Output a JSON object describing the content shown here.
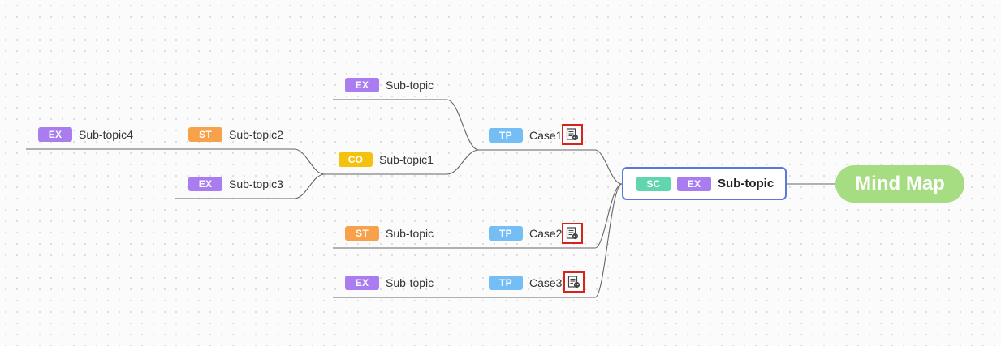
{
  "colors": {
    "tag_EX": "#a97cf0",
    "tag_ST": "#f7a14a",
    "tag_CO": "#f4c20d",
    "tag_TP": "#74bdf5",
    "tag_SC": "#5fd6ad",
    "connector": "#666666",
    "root_fill": "#a6dc82",
    "main_border": "#5b7ad6",
    "note_border": "#d9221c"
  },
  "root": {
    "label": "Mind Map"
  },
  "main_topic": {
    "tags": [
      "SC",
      "EX"
    ],
    "label": "Sub-topic"
  },
  "nodes": {
    "case1": {
      "tag": "TP",
      "label": "Case1",
      "icon": "note-icon"
    },
    "case2": {
      "tag": "TP",
      "label": "Case2",
      "icon": "note-icon"
    },
    "case3": {
      "tag": "TP",
      "label": "Case3",
      "icon": "note-icon"
    },
    "case1_child_top": {
      "tag": "EX",
      "label": "Sub-topic"
    },
    "subtopic1": {
      "tag": "CO",
      "label": "Sub-topic1"
    },
    "subtopic2": {
      "tag": "ST",
      "label": "Sub-topic2"
    },
    "subtopic3": {
      "tag": "EX",
      "label": "Sub-topic3"
    },
    "subtopic4": {
      "tag": "EX",
      "label": "Sub-topic4"
    },
    "case2_child": {
      "tag": "ST",
      "label": "Sub-topic"
    },
    "case3_child": {
      "tag": "EX",
      "label": "Sub-topic"
    }
  }
}
